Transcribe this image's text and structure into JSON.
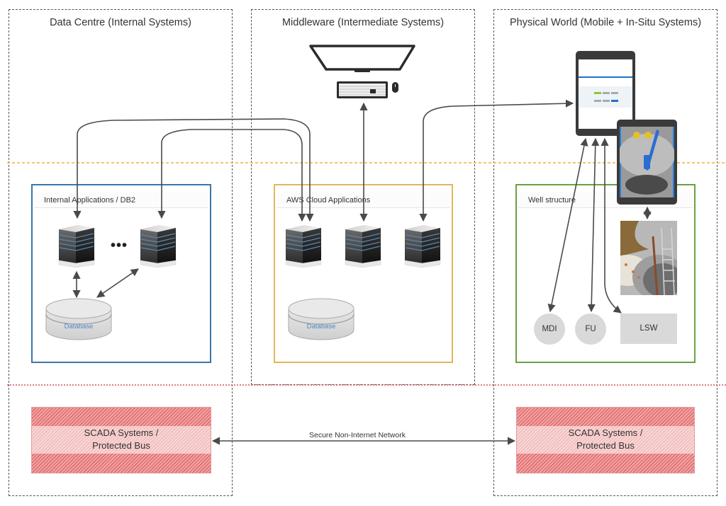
{
  "zones": {
    "data_centre": {
      "title": "Data Centre (Internal Systems)"
    },
    "middleware": {
      "title": "Middleware (Intermediate Systems)"
    },
    "physical_world": {
      "title": "Physical World (Mobile + In-Situ Systems)"
    }
  },
  "groups": {
    "internal_apps": {
      "title": "Internal Applications / DB2",
      "ellipsis": "•••",
      "database_label": "Database",
      "border_color": "#3b76a8"
    },
    "aws_cloud": {
      "title": "AWS Cloud Applications",
      "database_label": "Database",
      "border_color": "#e2b75a"
    },
    "well_structure": {
      "title": "Well structure",
      "border_color": "#6aa042"
    }
  },
  "well_nodes": {
    "mdi": "MDI",
    "fu": "FU",
    "lsw": "LSW"
  },
  "scada": {
    "left": {
      "line1": "SCADA Systems /",
      "line2": "Protected Bus"
    },
    "right": {
      "line1": "SCADA Systems /",
      "line2": "Protected Bus"
    }
  },
  "network": {
    "label": "Secure Non-Internet Network"
  },
  "boundaries": {
    "internet_boundary_color": "#f0b03c",
    "protected_boundary_color": "#e0485a"
  },
  "icons": {
    "workstation": "desktop-computer-icon",
    "tablet": "tablet-icon",
    "server": "server-icon",
    "database": "database-icon"
  }
}
